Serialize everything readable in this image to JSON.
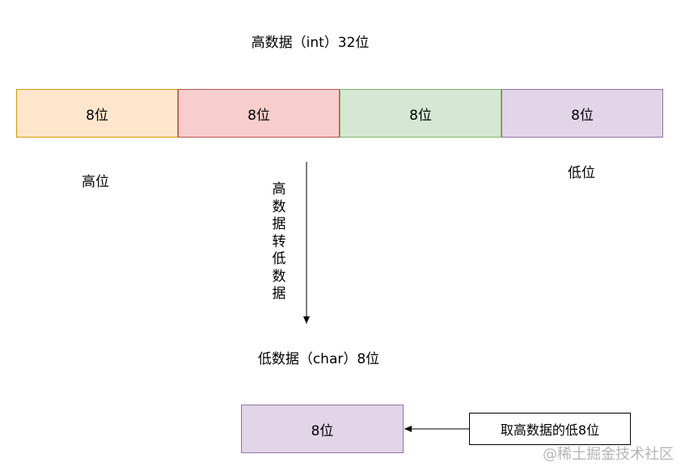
{
  "title_int": "高数据（int）32位",
  "bytes": [
    {
      "label": "8位",
      "fill": "#ffe6cc",
      "stroke": "#d79b00"
    },
    {
      "label": "8位",
      "fill": "#f8cecc",
      "stroke": "#b85450"
    },
    {
      "label": "8位",
      "fill": "#d5e8d4",
      "stroke": "#82b366"
    },
    {
      "label": "8位",
      "fill": "#e1d5e7",
      "stroke": "#9673a6"
    }
  ],
  "high_label": "高位",
  "low_label": "低位",
  "arrow_text": "高数据转低数据",
  "title_char": "低数据（char）8位",
  "result": {
    "label": "8位",
    "fill": "#e1d5e7",
    "stroke": "#9673a6"
  },
  "note": "取高数据的低8位",
  "watermark": "@稀土掘金技术社区"
}
